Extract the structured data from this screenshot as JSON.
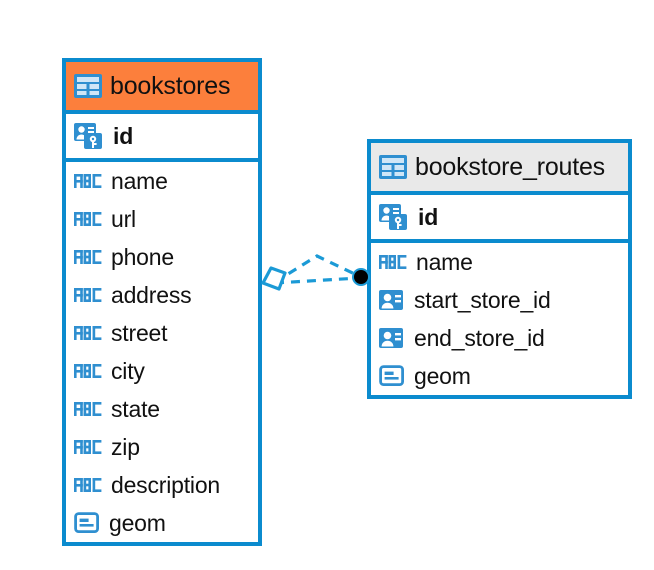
{
  "diagram": {
    "type": "entity-relationship-diagram",
    "background_color": "#ffffff",
    "accent_blue": "#0b8bce",
    "accent_orange": "#fc7f3c",
    "accent_gray": "#e9e9e9",
    "text_color": "#111111"
  },
  "entities": [
    {
      "name": "bookstores",
      "header_color": "#fc7f3c",
      "border_color": "#0b8bce",
      "primary_key": {
        "label": "id",
        "icon": "primary-key-icon"
      },
      "fields": [
        {
          "label": "name",
          "icon": "abc-text-icon"
        },
        {
          "label": "url",
          "icon": "abc-text-icon"
        },
        {
          "label": "phone",
          "icon": "abc-text-icon"
        },
        {
          "label": "address",
          "icon": "abc-text-icon"
        },
        {
          "label": "street",
          "icon": "abc-text-icon"
        },
        {
          "label": "city",
          "icon": "abc-text-icon"
        },
        {
          "label": "state",
          "icon": "abc-text-icon"
        },
        {
          "label": "zip",
          "icon": "abc-text-icon"
        },
        {
          "label": "description",
          "icon": "abc-text-icon"
        },
        {
          "label": "geom",
          "icon": "geometry-icon"
        }
      ]
    },
    {
      "name": "bookstore_routes",
      "header_color": "#e9e9e9",
      "border_color": "#0b8bce",
      "primary_key": {
        "label": "id",
        "icon": "primary-key-icon"
      },
      "fields": [
        {
          "label": "name",
          "icon": "abc-text-icon"
        },
        {
          "label": "start_store_id",
          "icon": "foreign-key-icon"
        },
        {
          "label": "end_store_id",
          "icon": "foreign-key-icon"
        },
        {
          "label": "geom",
          "icon": "geometry-icon"
        }
      ]
    }
  ],
  "relationship": {
    "source_entity": "bookstores",
    "target_entity": "bookstore_routes",
    "line_style": "dashed",
    "line_color": "#1b9ad6",
    "source_marker": "diamond-outline",
    "target_marker": "filled-circle",
    "target_marker_color": "#000000",
    "cardinality": "one-to-many"
  }
}
